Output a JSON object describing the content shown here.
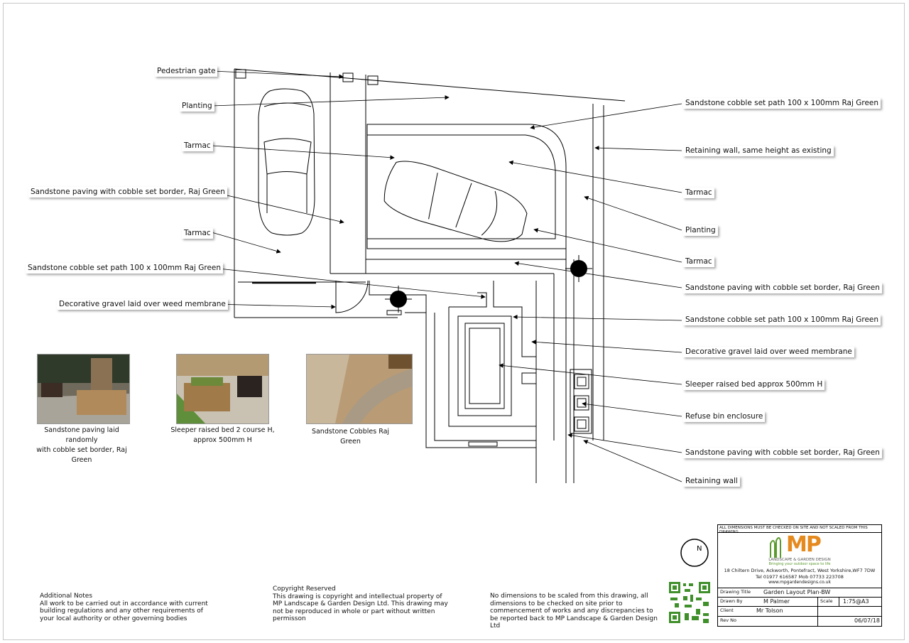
{
  "labels_left": [
    "Pedestrian gate",
    "Planting",
    "Tarmac",
    "Sandstone paving with cobble set border, Raj Green",
    "Tarmac",
    "Sandstone cobble set path 100 x 100mm Raj Green",
    "Decorative gravel laid over weed membrane"
  ],
  "labels_right": [
    "Sandstone cobble set path 100 x 100mm Raj Green",
    "Retaining wall, same height as existing",
    "Tarmac",
    "Planting",
    "Tarmac",
    "Sandstone paving with cobble set border, Raj Green",
    "Sandstone cobble set path 100 x 100mm Raj Green",
    "Decorative gravel laid over weed membrane",
    "Sleeper raised bed approx 500mm H",
    "Refuse bin enclosure",
    "Sandstone paving with cobble set border, Raj Green",
    "Retaining wall"
  ],
  "photos": [
    {
      "caption_line1": "Sandstone paving laid randomly",
      "caption_line2": "with cobble set border, Raj Green"
    },
    {
      "caption_line1": "Sleeper raised bed 2 course H,",
      "caption_line2": "approx 500mm H"
    },
    {
      "caption_line1": "Sandstone Cobbles Raj Green",
      "caption_line2": ""
    }
  ],
  "notes": {
    "additional_title": "Additional Notes",
    "additional_body": "All work to be carried out in accordance with current building regulations and any other requirements of your local authority or other governing bodies",
    "copyright_title": "Copyright Reserved",
    "copyright_body": "This drawing is copyright and intellectual property of MP Landscape & Garden Design Ltd. This drawing may not be reproduced in whole or part without written permisson",
    "dimensions_body": "No dimensions to be scaled from this drawing, all dimensions to be checked on site prior to commencement of works and any discrepancies to be reported back to MP Landscape & Garden Design Ltd"
  },
  "title_block": {
    "header": "ALL DIMENSIONS MUST BE CHECKED ON SITE AND NOT SCALED FROM THIS DRAWING",
    "logo_text": "MP",
    "company": "LANDSCAPE & GARDEN DESIGN",
    "tagline": "Bringing your outdoor space to life",
    "address": "18 Chiltern Drive, Ackworth, Pontefract, West Yorkshire,WF7 7DW",
    "phone": "Tel 01977 616587  Mob 07733 223708",
    "website": "www.mpgardendesigns.co.uk",
    "drawing_title_label": "Drawing Title",
    "drawing_title": "Garden Layout Plan-BW",
    "drawn_by_label": "Drawn By",
    "drawn_by": "M Palmer",
    "scale_label": "Scale",
    "scale": "1:75@A3",
    "client_label": "Client",
    "client": "Mr Tolson",
    "rev_label": "Rev No",
    "date": "06/07/18"
  },
  "compass_letter": "N",
  "colors": {
    "logo_orange": "#e58a1f",
    "logo_green": "#5b9a2e",
    "qr_green": "#3f8f2a"
  }
}
